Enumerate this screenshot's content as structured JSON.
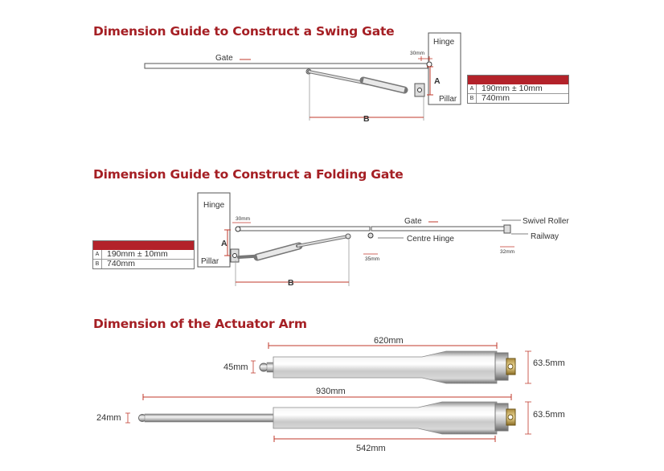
{
  "headings": {
    "swing": "Dimension Guide to Construct a Swing Gate",
    "folding": "Dimension Guide to Construct a Folding Gate",
    "arm": "Dimension of the Actuator Arm"
  },
  "swing_gate": {
    "gate_label": "Gate",
    "hinge_label": "Hinge",
    "pillar_label": "Pillar",
    "offset_label": "30mm",
    "a_label": "A",
    "b_label": "B",
    "table": [
      {
        "key": "A",
        "value": "190mm ± 10mm"
      },
      {
        "key": "B",
        "value": "740mm"
      }
    ]
  },
  "folding_gate": {
    "hinge_label": "Hinge",
    "pillar_label": "Pillar",
    "gate_label": "Gate",
    "swivel_roller_label": "Swivel Roller",
    "railway_label": "Railway",
    "centre_hinge_label": "Centre Hinge",
    "offset_label": "30mm",
    "centre_offset_label": "35mm",
    "roller_offset_label": "32mm",
    "a_label": "A",
    "b_label": "B",
    "table": [
      {
        "key": "A",
        "value": "190mm ± 10mm"
      },
      {
        "key": "B",
        "value": "740mm"
      }
    ]
  },
  "actuator": {
    "retracted_length": "620mm",
    "retracted_diameter": "45mm",
    "retracted_height": "63.5mm",
    "extended_length": "930mm",
    "extended_diameter": "24mm",
    "extended_height": "63.5mm",
    "stroke_length": "542mm"
  },
  "colors": {
    "heading": "#a51f24",
    "table_bar": "#b3222a",
    "dimension_red": "#c0392b"
  }
}
